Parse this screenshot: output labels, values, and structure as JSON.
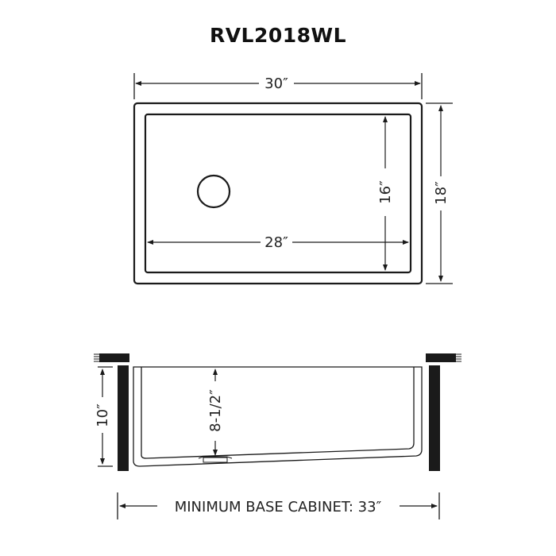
{
  "title": "RVL2018WL",
  "top_view": {
    "outer_width_label": "30″",
    "outer_depth_label": "18″",
    "inner_width_label": "28″",
    "inner_depth_label": "16″",
    "drain_position": "left"
  },
  "side_view": {
    "overall_height_label": "10″",
    "bowl_depth_label": "8-1/2″"
  },
  "cabinet": {
    "label": "MINIMUM BASE CABINET: 33″"
  },
  "colors": {
    "line": "#1a1a1a",
    "text": "#222222",
    "background": "#ffffff"
  }
}
